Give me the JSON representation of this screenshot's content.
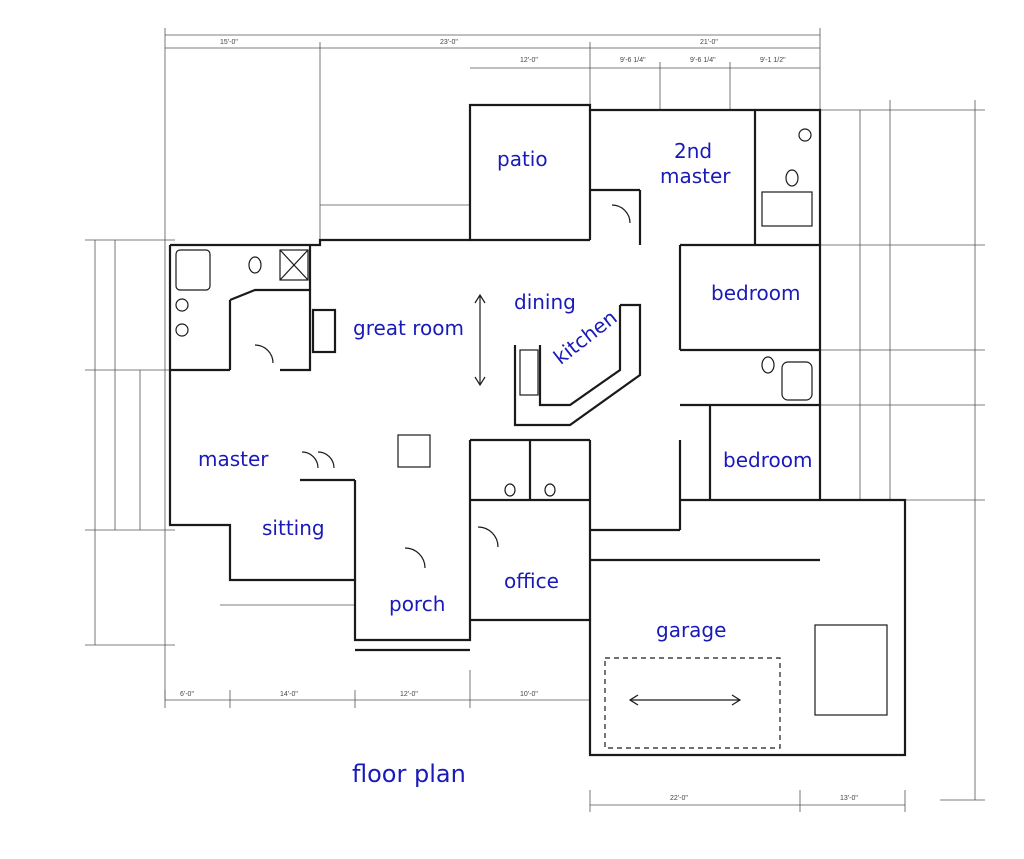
{
  "colors": {
    "label": "#1a1ab8",
    "line": "#1a1a1a",
    "dim_line": "#555555",
    "paper": "#ffffff"
  },
  "title": "floor plan",
  "rooms": {
    "patio": "patio",
    "second_master_line1": "2nd",
    "second_master_line2": "master",
    "dining": "dining",
    "bedroom_upper": "bedroom",
    "great_room": "great room",
    "kitchen": "kitchen",
    "master": "master",
    "bedroom_lower": "bedroom",
    "sitting": "sitting",
    "office": "office",
    "porch": "porch",
    "garage": "garage"
  }
}
